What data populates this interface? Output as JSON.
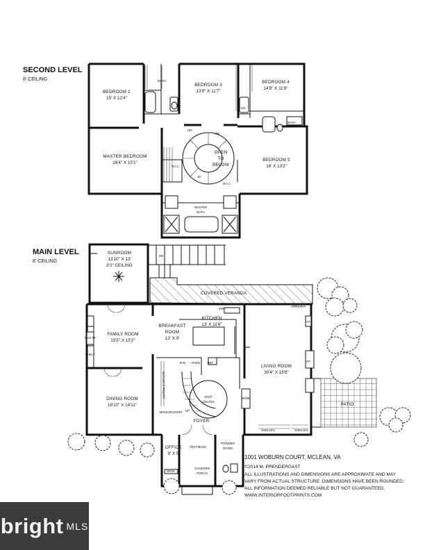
{
  "second_level": {
    "title": "SECOND LEVEL",
    "ceiling": "8' CEILING",
    "rooms": [
      {
        "name": "BEDROOM 2",
        "dim": "15' X 12'4\""
      },
      {
        "name": "BEDROOM 3",
        "dim": "13'8\" X 11'7\""
      },
      {
        "name": "BEDROOM 4",
        "dim": "14'8\" X 11'8\""
      },
      {
        "name": "MASTER BEDROOM",
        "dim": "16'4\" X 15'1\""
      },
      {
        "name": "BEDROOM 5",
        "dim": "16' X 13'2\""
      }
    ],
    "open_to_below": [
      "OPEN",
      "TO",
      "BELOW"
    ],
    "master_bath": [
      "MASTER",
      "BATH"
    ],
    "small_labels": {
      "bath": "BATH",
      "lin": "LIN",
      "wic": "W.I.C.",
      "dn": "DN",
      "bi": "BI"
    }
  },
  "main_level": {
    "title": "MAIN LEVEL",
    "ceiling": "8' CEILING",
    "sunroom": {
      "name": "SUNROOM",
      "dim": "13'10\" X 13'",
      "ceiling": "9'2\" CEILING"
    },
    "covered_veranda": "COVERED VERANDA",
    "kitchen": {
      "name": "KITCHEN",
      "dim": "13' X 11'6\""
    },
    "breakfast": {
      "name1": "BREAKFAST",
      "name2": "ROOM",
      "dim": "13' X 9'"
    },
    "family": {
      "name": "FAMILY ROOM",
      "dim": "15'5\" X 15'2\""
    },
    "living": {
      "name": "LIVING ROOM",
      "dim": "30'4\" X 15'8\""
    },
    "dining": {
      "name": "DINING ROOM",
      "dim": "16'10\" X 14'11\""
    },
    "stair_ceiling": [
      "18'10\"",
      "CEILING"
    ],
    "foyer": "FOYER",
    "office": {
      "name": "OFFICE",
      "dim": "9' X 5'"
    },
    "vestibule": "VESTIBULE",
    "powder": [
      "POWDER",
      "ROOM"
    ],
    "covered_porch": [
      "COVERED",
      "PORCH"
    ],
    "patio": "PATIO",
    "small_labels": {
      "pan": "PAN",
      "oven": "OVEN",
      "ref": "REF",
      "dw": "DW",
      "shelves": "SHELVES",
      "shelf": "SHELF",
      "fp": "FP",
      "gas_fp": "GAS FP",
      "butlers_pantry": "BUTLER'S PANTRY",
      "mission_door": "MISSION DOOR",
      "up": "UP",
      "dn": "DN",
      "desk": "DESK",
      "wine": "WINE"
    }
  },
  "info": {
    "address": "1001 WOBURN COURT, MCLEAN, VA",
    "copyright": "©2014 M. PRENDERGAST",
    "line1": "ALL ILLUSTRATIONS AND DIMENSIONS ARE APPROXIMATE AND MAY",
    "line2": "VARY FROM ACTUAL STRUCTURE. DIMENSIONS HAVE BEEN ROUNDED.",
    "line3": "ALL INFORMATION DEEMED RELIABLE BUT NOT GUARANTEED.",
    "url": "WWW.INTERIORFOOTPRINTS.COM"
  },
  "watermark": {
    "brand": "bright",
    "suffix": "MLS"
  }
}
